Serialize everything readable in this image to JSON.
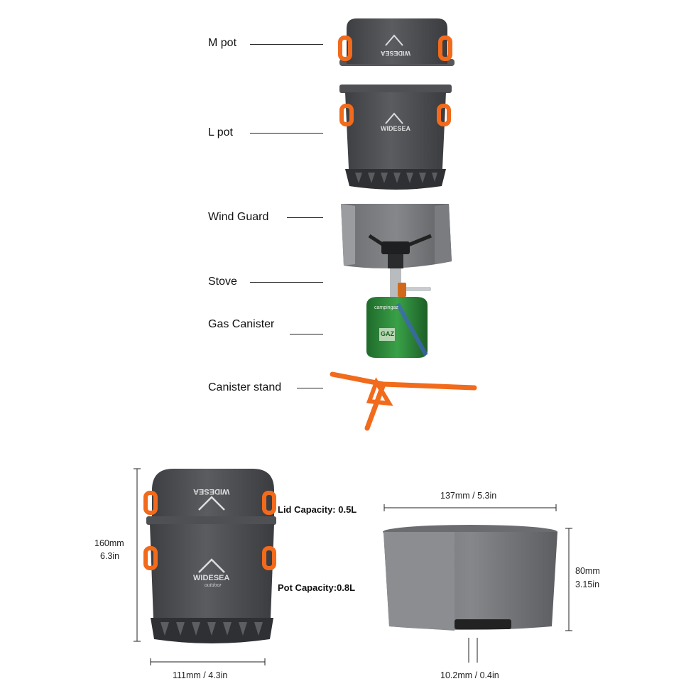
{
  "parts": {
    "m_pot": "M pot",
    "l_pot": "L pot",
    "wind_guard": "Wind Guard",
    "stove": "Stove",
    "gas_canister": "Gas Canister",
    "canister_stand": "Canister stand"
  },
  "brand": {
    "name": "WIDESEA",
    "sub": "outdoor"
  },
  "canister": {
    "brand": "campingaz",
    "label": "GAZ"
  },
  "specs": {
    "height_mm": "160mm",
    "height_in": "6.3in",
    "width": "111mm / 4.3in",
    "lid_capacity": "Lid Capacity: 0.5L",
    "pot_capacity": "Pot Capacity:0.8L",
    "guard_width": "137mm / 5.3in",
    "guard_height_mm": "80mm",
    "guard_height_in": "3.15in",
    "gap": "10.2mm / 0.4in"
  },
  "colors": {
    "pot": "#4a4c4f",
    "accent": "#f26a1b",
    "canister": "#2f8a3a"
  }
}
